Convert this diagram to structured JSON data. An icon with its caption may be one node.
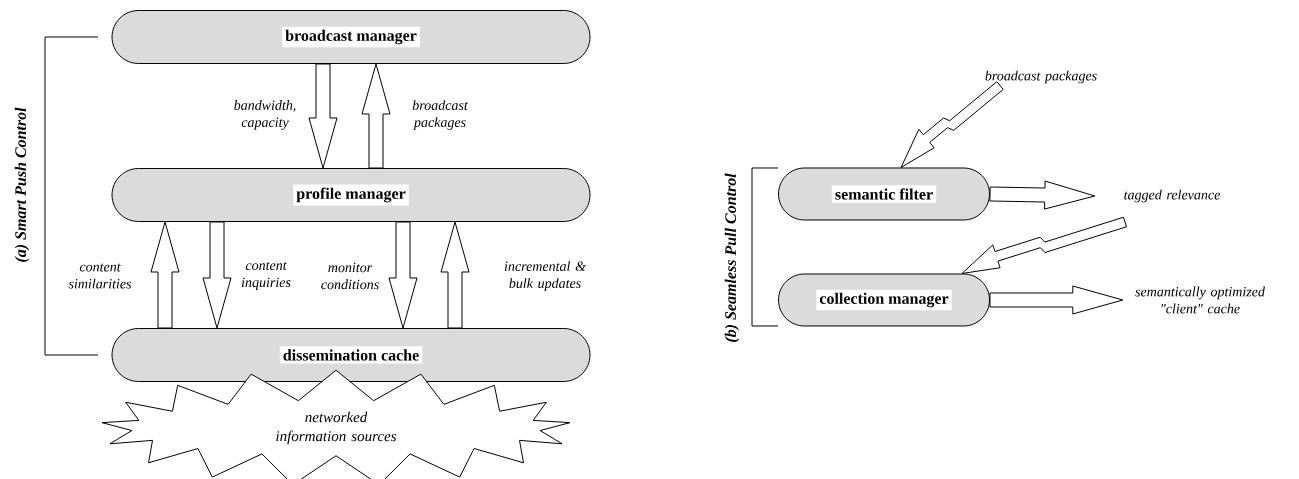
{
  "diagram": {
    "nodes": [
      {
        "text": [
          "broadcast manager"
        ]
      },
      {
        "text": [
          "profile manager"
        ]
      },
      {
        "text": [
          "dissemination cache"
        ]
      },
      {
        "text": [
          "networked information sources"
        ]
      },
      {
        "text": [
          "semantic filter"
        ]
      },
      {
        "text": [
          "collection manager"
        ]
      },
      {
        "text": [
          "broadcast packages"
        ]
      },
      {
        "text": [
          "tagged relevance"
        ]
      },
      {
        "text": [
          "semantically optimized \"client\" cache"
        ]
      }
    ],
    "edges": [
      {
        "from": 0,
        "to": 1,
        "arrow": "to",
        "label": "bandwidth, capacity"
      },
      {
        "from": 1,
        "to": 0,
        "arrow": "to",
        "label": "broadcast packages"
      },
      {
        "from": 2,
        "to": 1,
        "arrow": "to",
        "label": "content similarities"
      },
      {
        "from": 1,
        "to": 2,
        "arrow": "to",
        "label": "content inquiries"
      },
      {
        "from": 1,
        "to": 2,
        "arrow": "to",
        "label": "monitor conditions"
      },
      {
        "from": 2,
        "to": 1,
        "arrow": "to",
        "label": "incremental & bulk updates"
      },
      {
        "from": 6,
        "to": 4,
        "arrow": "to"
      },
      {
        "from": 4,
        "to": 7,
        "arrow": "to"
      },
      {
        "from": null,
        "to": 5,
        "arrow": "to"
      },
      {
        "from": 5,
        "to": 8,
        "arrow": "to"
      }
    ],
    "labels": [
      "(a) Smart Push Control",
      "(b) Seamless Pull Control"
    ]
  }
}
